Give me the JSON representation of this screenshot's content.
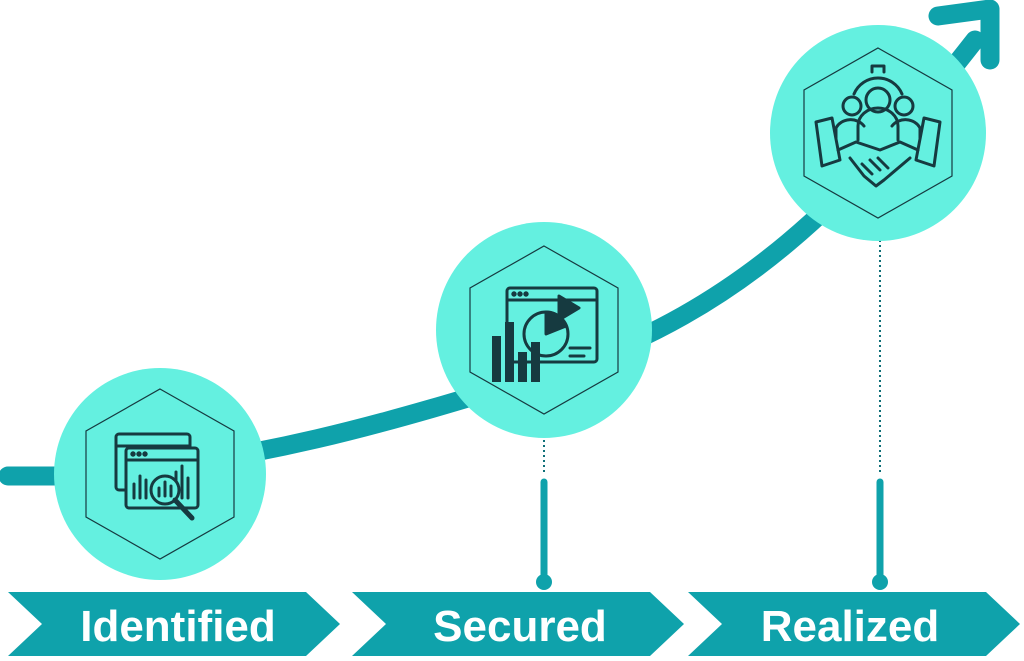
{
  "colors": {
    "teal": "#0fa2ab",
    "circle_fill": "#64f0e0",
    "icon_ink": "#163a40",
    "label_text": "#ffffff"
  },
  "stages": [
    {
      "label": "Identified",
      "icon": "analytics-search-icon"
    },
    {
      "label": "Secured",
      "icon": "presentation-chart-icon"
    },
    {
      "label": "Realized",
      "icon": "team-handshake-icon"
    }
  ]
}
